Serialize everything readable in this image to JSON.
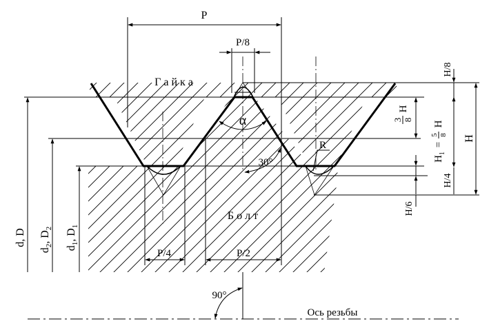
{
  "labels": {
    "pitch": "P",
    "p8": "P/8",
    "p4": "P/4",
    "p2": "P/2",
    "nut": "Г а й к а",
    "bolt": "Б о л т",
    "alpha": "α",
    "angle30": "30°",
    "radius": "R",
    "angle90": "90°",
    "axis": "Ось резьбы",
    "d_major": "d, D",
    "d2_main": "d",
    "d2_sub1": "2",
    "d2_mid": ", D",
    "d2_sub2": "2",
    "d1_main": "d",
    "d1_sub1": "1",
    "d1_mid": ", D",
    "d1_sub2": "1",
    "h8": "H/8",
    "h4": "H/4",
    "h6": "H/6",
    "h": "H",
    "frac38_num": "3",
    "frac38_den": "8",
    "frac38_h": "H",
    "h1_main": "H",
    "h1_sub": "1",
    "h1_eq": "=",
    "frac58_num": "5",
    "frac58_den": "8",
    "frac58_h": "H"
  },
  "colors": {
    "line": "#000000",
    "background": "#ffffff"
  }
}
